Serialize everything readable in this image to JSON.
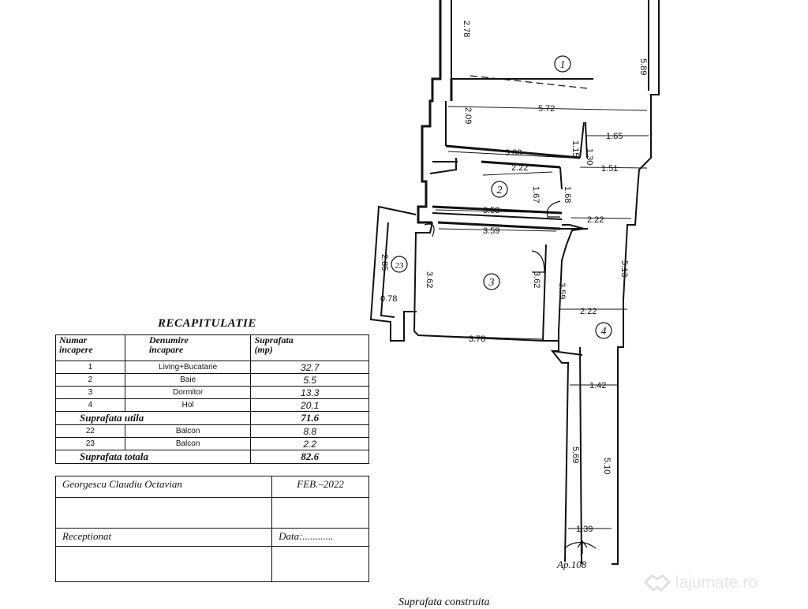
{
  "recap": {
    "title": "RECAPITULATIE",
    "headers": [
      "Numar\nincapere",
      "Denumire\nincapare",
      "Suprafata\n(mp)"
    ],
    "rows": [
      {
        "nr": "1",
        "name": "Living+Bucatarie",
        "area": "32.7"
      },
      {
        "nr": "2",
        "name": "Baie",
        "area": "5.5"
      },
      {
        "nr": "3",
        "name": "Dormitor",
        "area": "13.3"
      },
      {
        "nr": "4",
        "name": "Hol",
        "area": "20.1"
      }
    ],
    "util_label": "Suprafata  utila",
    "util_value": "71.6",
    "balcony_rows": [
      {
        "nr": "22",
        "name": "Balcon",
        "area": "8.8"
      },
      {
        "nr": "23",
        "name": "Balcon",
        "area": "2.2"
      }
    ],
    "total_label": "Suprafata  totala",
    "total_value": "82.6"
  },
  "signature": {
    "name": "Georgescu  Claudiu  Octavian",
    "date": "FEB.–2022",
    "received": "Receptionat",
    "data_label": "Data:............"
  },
  "plan": {
    "rooms": [
      "1",
      "2",
      "3",
      "4",
      "23"
    ],
    "dims": [
      "2.78",
      "5.89",
      "2.09",
      "5.72",
      "3.83",
      "1.15",
      "1.65",
      "1.30",
      "1.51",
      "2.22",
      "1.67",
      "1.68",
      "3.58",
      "2.22",
      "3.59",
      "2.85",
      "3.62",
      "3.62",
      "3.59",
      "5.13",
      "0.78",
      "2.22",
      "3.78",
      "1.42",
      "5.69",
      "5.10",
      "1.39"
    ],
    "apartment": "Ap.108"
  },
  "bottom_text": "Suprafata  construita",
  "watermark": "lajumate.ro"
}
